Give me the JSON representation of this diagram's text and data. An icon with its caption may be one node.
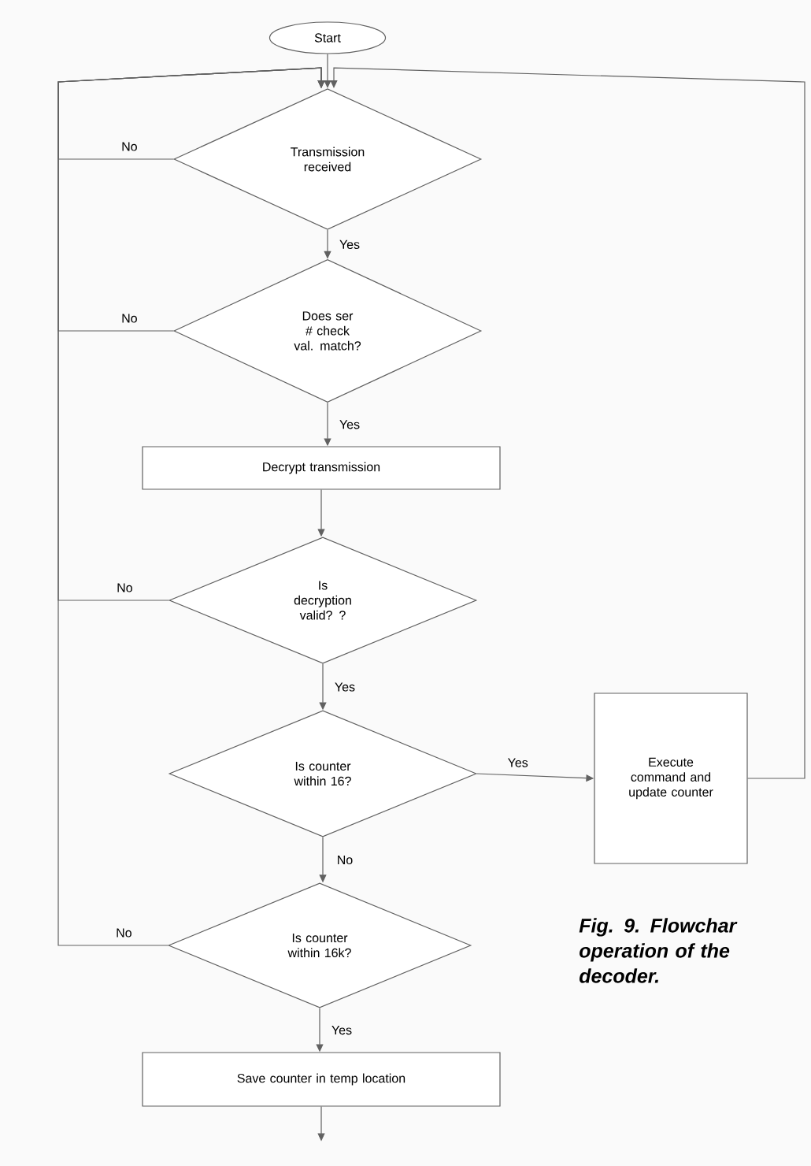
{
  "diagram": {
    "caption": "Fig. 9. Flowchar operation of the decoder.",
    "nodes": [
      {
        "text": [
          "Start"
        ]
      },
      {
        "text": [
          "Transmission received"
        ]
      },
      {
        "text": [
          "Does ser # check val. match?"
        ]
      },
      {
        "text": [
          "Decrypt transmission"
        ]
      },
      {
        "text": [
          "Is decryption valid? ?"
        ]
      },
      {
        "text": [
          "Is counter within 16?"
        ]
      },
      {
        "text": [
          "Execute command and update counter"
        ]
      },
      {
        "text": [
          "Is counter within 16k?"
        ]
      },
      {
        "text": [
          "Save counter in temp location"
        ]
      }
    ],
    "edges": [
      {
        "from": 0,
        "to": 1,
        "arrow": "to"
      },
      {
        "from": 1,
        "to": 2,
        "arrow": "to",
        "label": "Yes"
      },
      {
        "from": 2,
        "to": 3,
        "arrow": "to",
        "label": "Yes"
      },
      {
        "from": 3,
        "to": 4,
        "arrow": "to"
      },
      {
        "from": 4,
        "to": 5,
        "arrow": "to",
        "label": "Yes"
      },
      {
        "from": 5,
        "to": 6,
        "arrow": "to",
        "label": "Yes"
      },
      {
        "from": 5,
        "to": 7,
        "arrow": "to",
        "label": "No"
      },
      {
        "from": 7,
        "to": 8,
        "arrow": "to",
        "label": "Yes"
      },
      {
        "from": 8,
        "to": null,
        "arrow": "to"
      },
      {
        "from": 1,
        "to": 1,
        "arrow": "to",
        "label": "No"
      },
      {
        "from": 2,
        "to": 1,
        "arrow": "to",
        "label": "No"
      },
      {
        "from": 4,
        "to": 1,
        "arrow": "to",
        "label": "No"
      },
      {
        "from": 7,
        "to": 1,
        "arrow": "to",
        "label": "No"
      },
      {
        "from": 6,
        "to": 1,
        "arrow": "to"
      }
    ]
  }
}
